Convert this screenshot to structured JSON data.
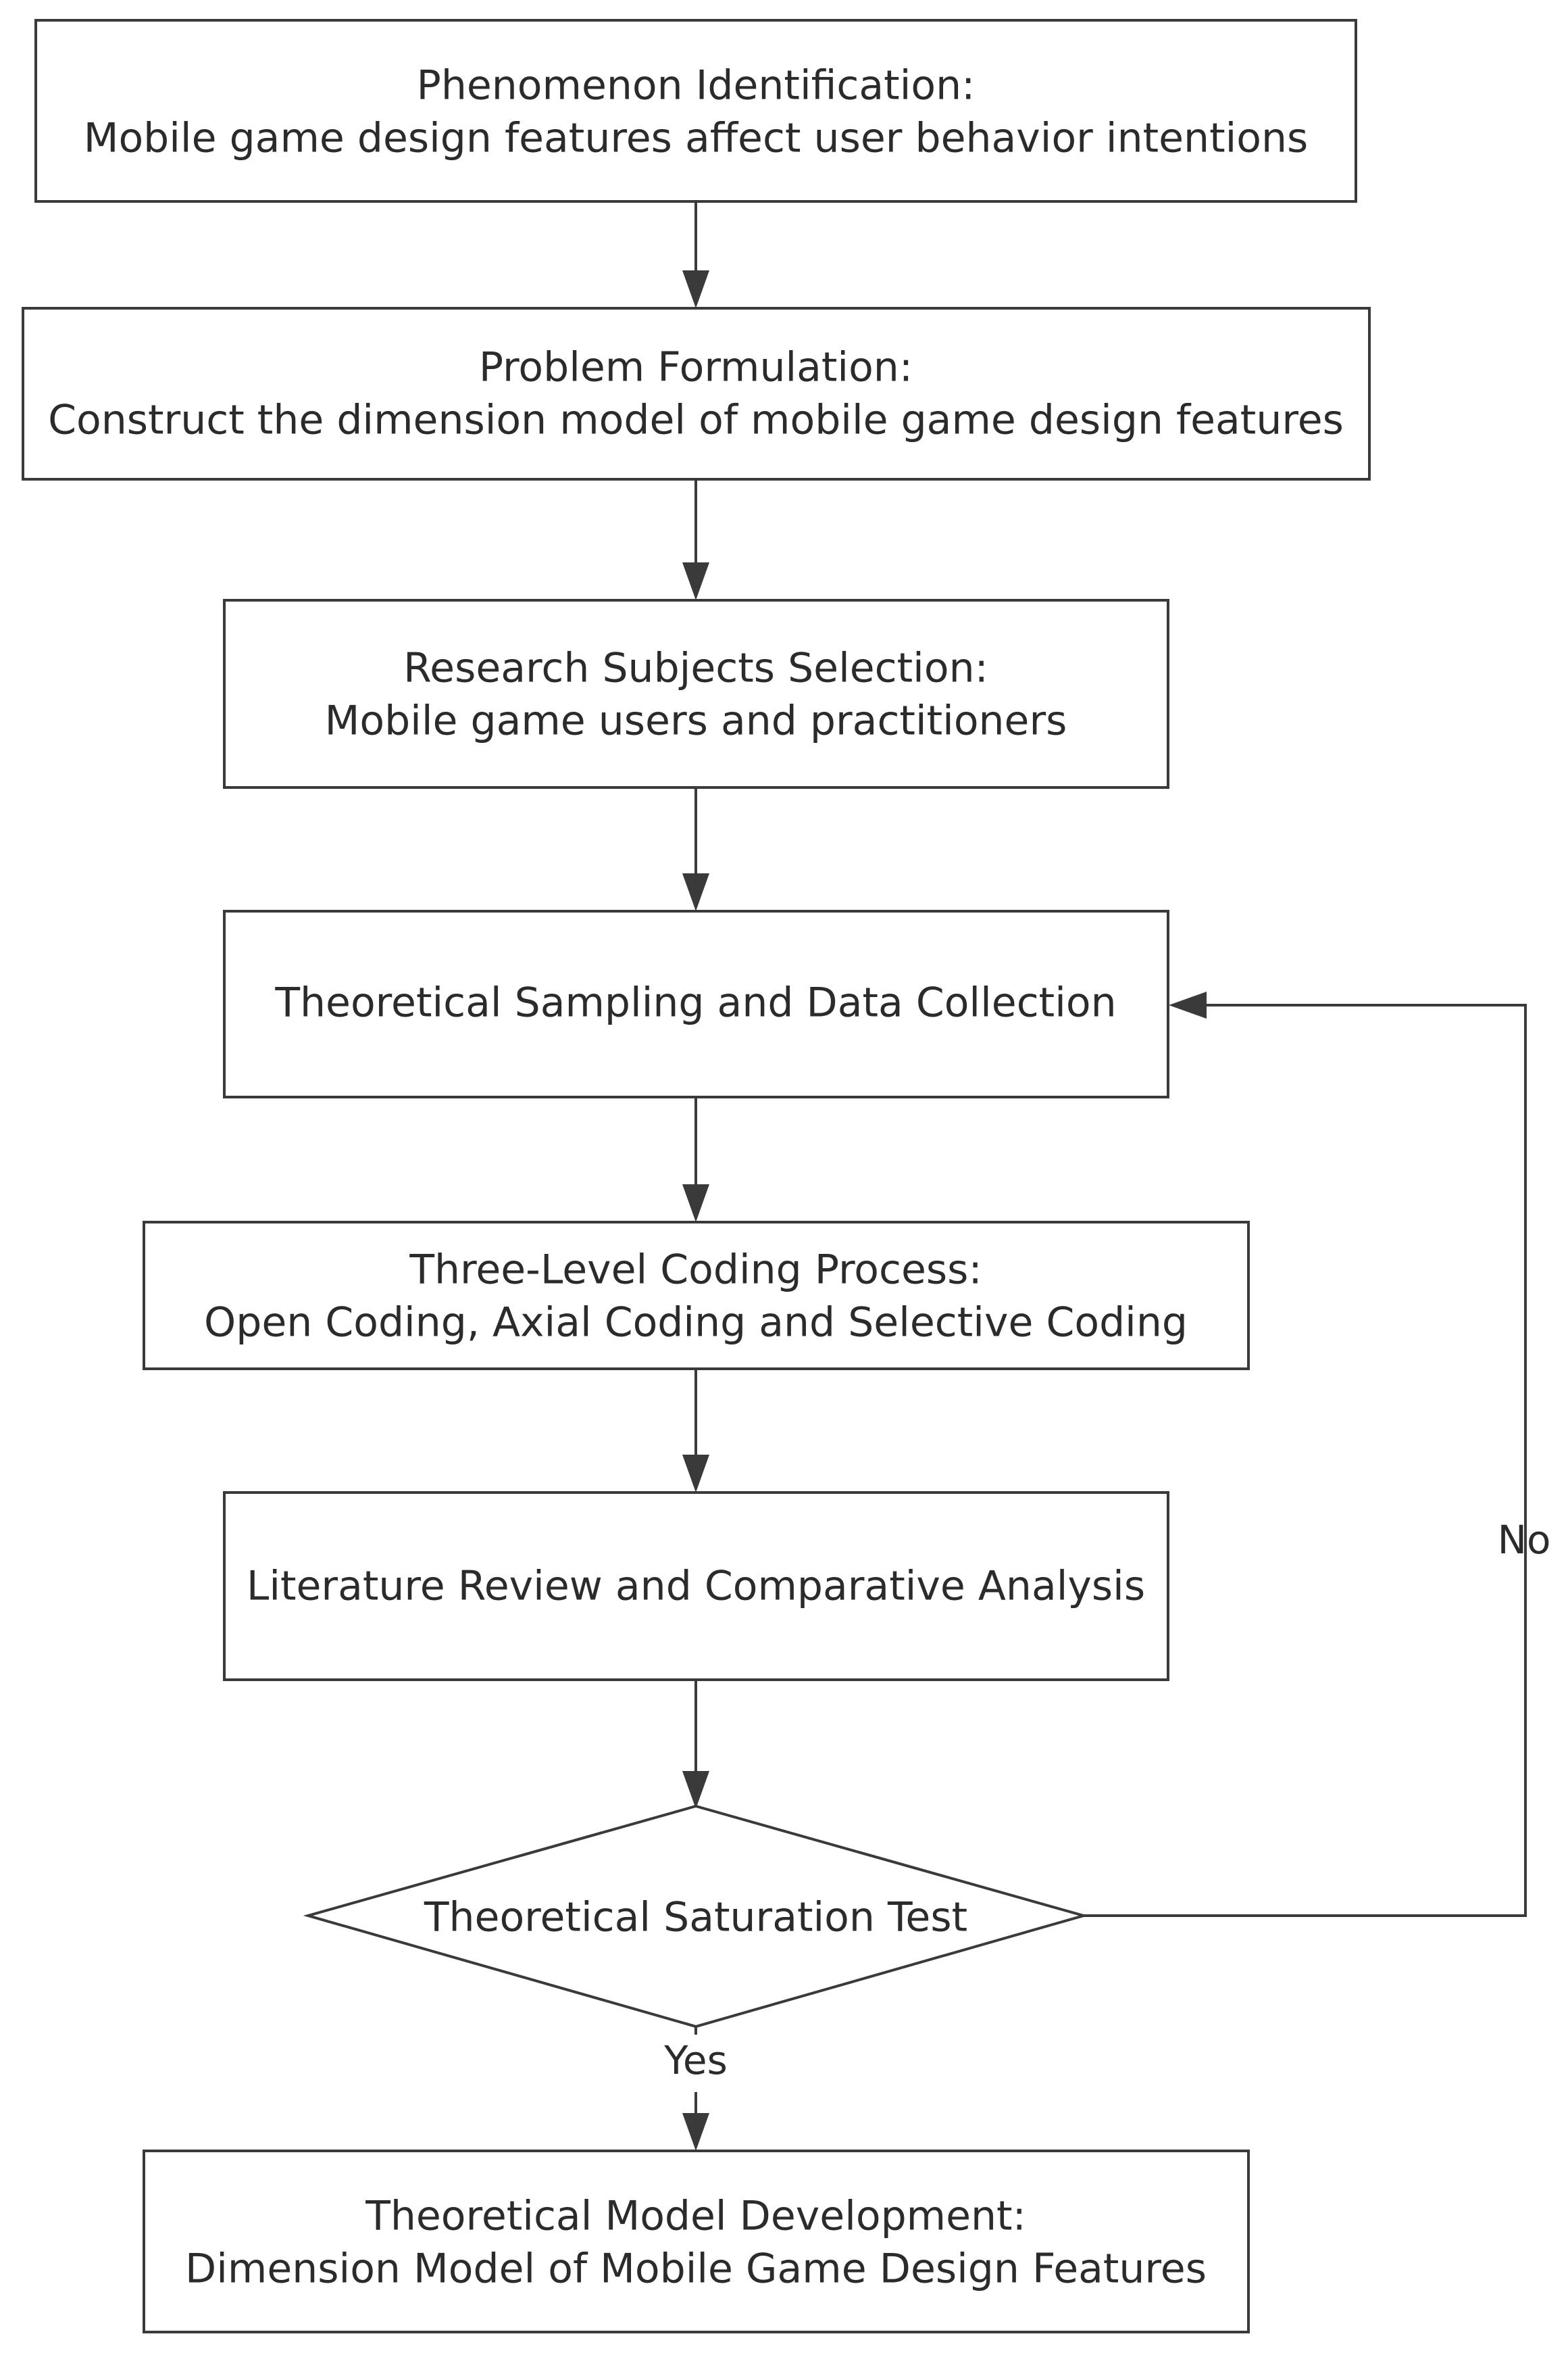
{
  "nodes": {
    "phenomenon": {
      "line1": "Phenomenon Identification:",
      "line2": "Mobile game design features affect user behavior intentions"
    },
    "problem": {
      "line1": "Problem Formulation:",
      "line2": "Construct the dimension model of mobile game design features"
    },
    "subjects": {
      "line1": "Research Subjects Selection:",
      "line2": "Mobile game users and practitioners"
    },
    "sampling": {
      "line1": "Theoretical Sampling and Data Collection"
    },
    "coding": {
      "line1": "Three-Level Coding Process:",
      "line2": "Open Coding, Axial Coding and Selective Coding"
    },
    "literature": {
      "line1": "Literature Review and Comparative Analysis"
    },
    "saturation": {
      "line1": "Theoretical Saturation Test"
    },
    "model": {
      "line1": "Theoretical Model Development:",
      "line2": "Dimension Model of Mobile Game Design Features"
    }
  },
  "edge_labels": {
    "no": "No",
    "yes": "Yes"
  }
}
